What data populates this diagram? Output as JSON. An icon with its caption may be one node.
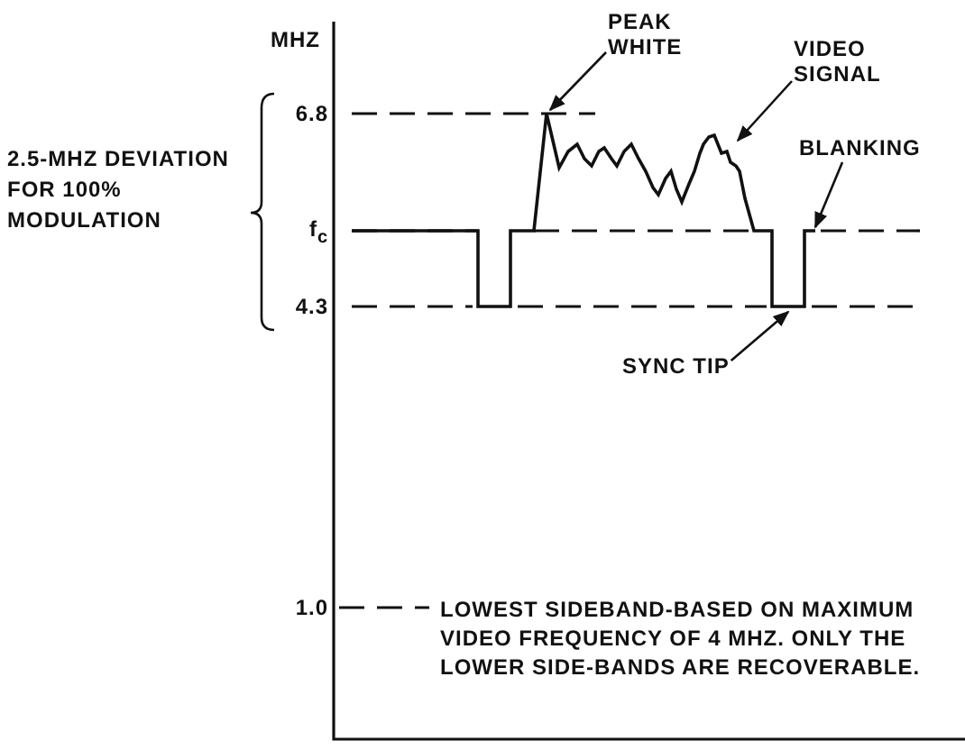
{
  "diagram": {
    "nodes": [
      {
        "text": [
          "PEAK WHITE"
        ]
      },
      {
        "text": [
          "VIDEO SIGNAL"
        ]
      },
      {
        "text": [
          "BLANKING"
        ]
      },
      {
        "text": [
          "SYNC TIP"
        ]
      },
      {
        "text": [],
        "shape": "line"
      }
    ],
    "edges": [
      {
        "from": 0,
        "to": 4,
        "arrow": "to"
      },
      {
        "from": 1,
        "to": 4,
        "arrow": "to"
      },
      {
        "from": 2,
        "to": 4,
        "arrow": "to"
      },
      {
        "from": 3,
        "to": 4,
        "arrow": "to"
      }
    ],
    "labels": [
      "MHZ",
      "6.8",
      "2.5-MHZ DEVIATION FOR 100% MODULATION",
      "f$_{c}$",
      "4.3",
      "1.0",
      "LOWEST SIDEBAND-BASED ON MAXIMUM VIDEO FREQUENCY OF 4 MHZ. ONLY THE LOWER SIDE-BANDS ARE RECOVERABLE."
    ]
  }
}
